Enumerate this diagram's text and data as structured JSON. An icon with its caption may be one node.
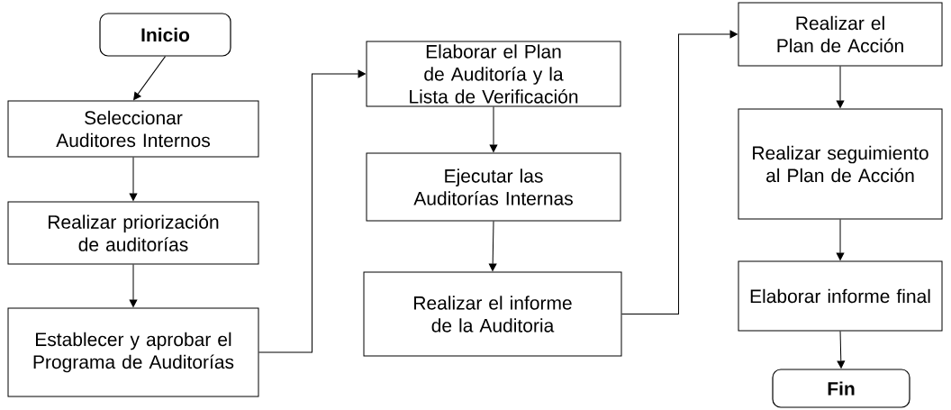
{
  "diagram": {
    "nodes": [
      {
        "text": [
          "Inicio"
        ]
      },
      {
        "text": [
          "Seleccionar Auditores Internos"
        ]
      },
      {
        "text": [
          "Realizar priorización de auditorías"
        ]
      },
      {
        "text": [
          "Establecer y aprobar el Programa de Auditorías"
        ]
      },
      {
        "text": [
          "Elaborar el Plan de Auditoría y la Lista de Verificación"
        ]
      },
      {
        "text": [
          "Ejecutar las Auditorías Internas"
        ]
      },
      {
        "text": [
          "Realizar el informe de la Auditoria"
        ]
      },
      {
        "text": [
          "Realizar el Plan de Acción"
        ]
      },
      {
        "text": [
          "Realizar seguimiento al Plan de Acción"
        ]
      },
      {
        "text": [
          "Elaborar informe final"
        ]
      },
      {
        "text": [
          "Fin"
        ]
      }
    ],
    "edges": [
      {
        "from": 0,
        "to": 1,
        "arrow": "to"
      },
      {
        "from": 1,
        "to": 2,
        "arrow": "to"
      },
      {
        "from": 2,
        "to": 3,
        "arrow": "to"
      },
      {
        "from": 3,
        "to": 4,
        "arrow": "to"
      },
      {
        "from": 4,
        "to": 5,
        "arrow": "to"
      },
      {
        "from": 5,
        "to": 6,
        "arrow": "to"
      },
      {
        "from": 6,
        "to": 7,
        "arrow": "to"
      },
      {
        "from": 7,
        "to": 8,
        "arrow": "to"
      },
      {
        "from": 8,
        "to": 9,
        "arrow": "to"
      },
      {
        "from": 9,
        "to": 10,
        "arrow": "to"
      }
    ]
  }
}
